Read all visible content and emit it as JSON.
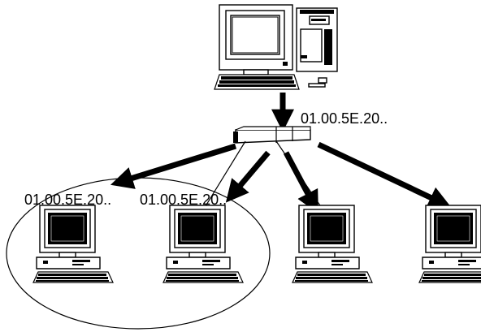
{
  "labels": {
    "uplink": "01.00.5E.20..",
    "client1": "01.00.5E.20..",
    "client2": "01.00.5E.20.."
  },
  "nodes": {
    "server": "server-computer",
    "switch": "network-switch",
    "clients": [
      "client-computer-1",
      "client-computer-2",
      "client-computer-3",
      "client-computer-4"
    ]
  },
  "colors": {
    "ink": "#000000",
    "paper": "#ffffff"
  }
}
